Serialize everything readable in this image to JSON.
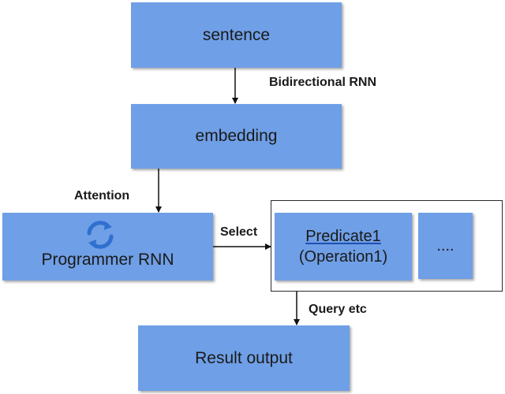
{
  "nodes": {
    "sentence": "sentence",
    "embedding": "embedding",
    "programmer": "Programmer RNN",
    "predicate_line1": "Predicate1",
    "predicate_line2": "(Operation1)",
    "more": "....",
    "result": "Result output"
  },
  "edges": {
    "bidirectional": "Bidirectional RNN",
    "attention": "Attention",
    "select": "Select",
    "query": "Query etc"
  },
  "icons": {
    "programmer_icon": "refresh-icon"
  },
  "colors": {
    "box_fill": "#6f9fe6",
    "icon": "#2f6fd0"
  }
}
